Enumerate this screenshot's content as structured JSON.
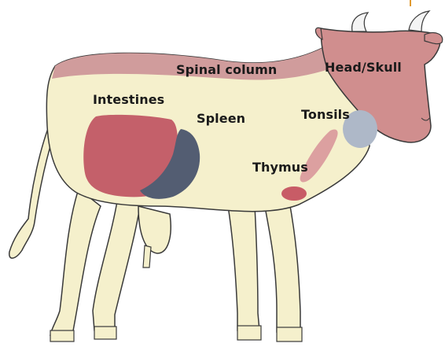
{
  "figure": {
    "subject": "cow-silhouette",
    "colors": {
      "body": "#f5f0cc",
      "outline": "#3a3a3a",
      "spinal": "#d09c9c",
      "head": "#d08e8e",
      "intestines": "#c4606a",
      "spleen": "#535d72",
      "tonsils": "#aeb8c8",
      "thymus": "#dca0a0",
      "lymph": "#c85c66",
      "horn": "#f4f4f4",
      "accent": "#e09a30"
    }
  },
  "labels": {
    "spinal_column": "Spinal column",
    "head_skull": "Head/Skull",
    "intestines": "Intestines",
    "spleen": "Spleen",
    "tonsils": "Tonsils",
    "thymus": "Thymus"
  }
}
